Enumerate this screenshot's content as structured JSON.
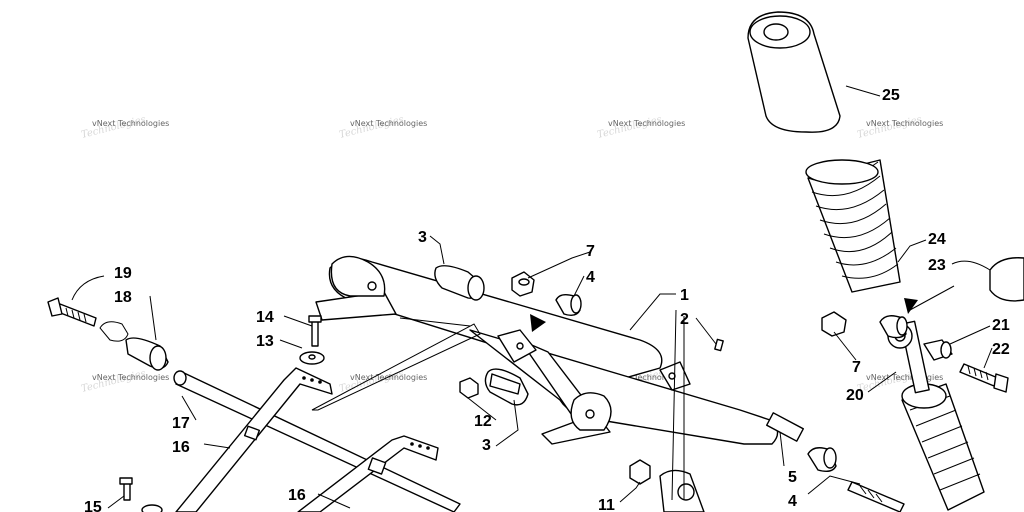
{
  "watermark": {
    "line1": "vNext Technologies",
    "line2": "Technologies"
  },
  "labels": {
    "p1": "1",
    "p2": "2",
    "p3a": "3",
    "p3b": "3",
    "p4a": "4",
    "p4b": "4",
    "p5": "5",
    "p7a": "7",
    "p7b": "7",
    "p11": "11",
    "p12": "12",
    "p13": "13",
    "p14": "14",
    "p15": "15",
    "p16a": "16",
    "p16b": "16",
    "p17": "17",
    "p18": "18",
    "p19": "19",
    "p20": "20",
    "p21": "21",
    "p22": "22",
    "p23": "23",
    "p24": "24",
    "p25": "25"
  },
  "colors": {
    "line": "#000000",
    "background": "#ffffff",
    "watermark": "#666666"
  }
}
